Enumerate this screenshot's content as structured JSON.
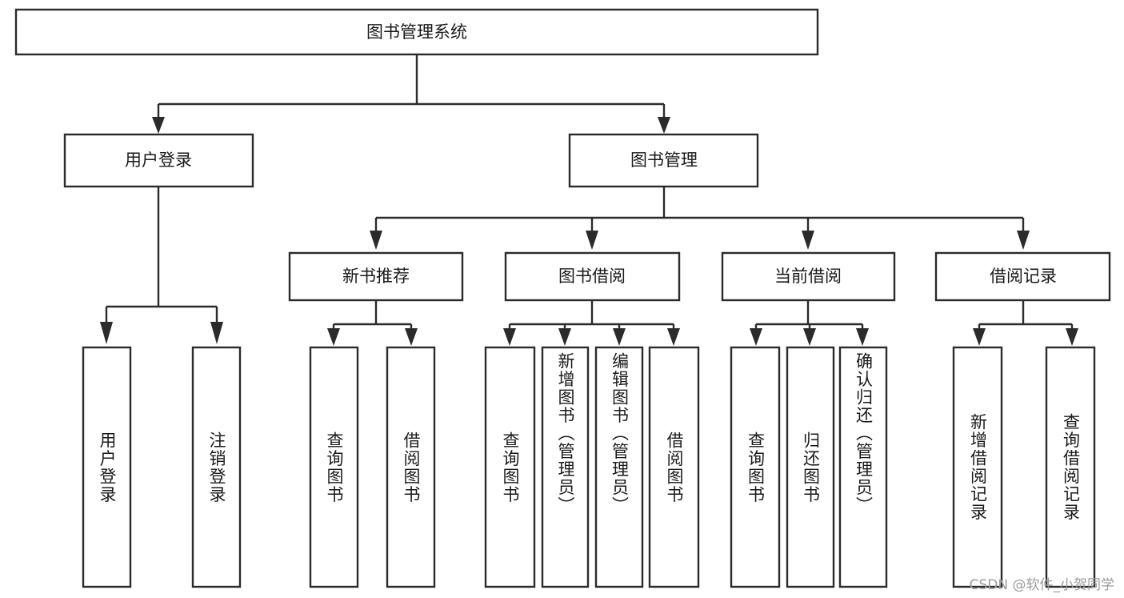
{
  "diagram": {
    "title": "图书管理系统",
    "type": "hierarchy-tree",
    "root": {
      "id": "root",
      "label": "图书管理系统"
    },
    "level2": [
      {
        "id": "user-login",
        "label": "用户登录"
      },
      {
        "id": "book-manage",
        "label": "图书管理"
      }
    ],
    "level3": [
      {
        "id": "new-book-rec",
        "label": "新书推荐",
        "parent": "book-manage"
      },
      {
        "id": "book-borrow",
        "label": "图书借阅",
        "parent": "book-manage"
      },
      {
        "id": "current-borrow",
        "label": "当前借阅",
        "parent": "book-manage"
      },
      {
        "id": "borrow-record",
        "label": "借阅记录",
        "parent": "book-manage"
      }
    ],
    "leaves": [
      {
        "id": "leaf-user-login",
        "label": "用户登录",
        "parent": "user-login"
      },
      {
        "id": "leaf-logout",
        "label": "注销登录",
        "parent": "user-login"
      },
      {
        "id": "leaf-query-book-1",
        "label": "查询图书",
        "parent": "new-book-rec"
      },
      {
        "id": "leaf-borrow-book-1",
        "label": "借阅图书",
        "parent": "new-book-rec"
      },
      {
        "id": "leaf-query-book-2",
        "label": "查询图书",
        "parent": "book-borrow"
      },
      {
        "id": "leaf-add-book",
        "label": "新增图书（管理员）",
        "parent": "book-borrow"
      },
      {
        "id": "leaf-edit-book",
        "label": "编辑图书（管理员）",
        "parent": "book-borrow"
      },
      {
        "id": "leaf-borrow-book-2",
        "label": "借阅图书",
        "parent": "book-borrow"
      },
      {
        "id": "leaf-query-book-3",
        "label": "查询图书",
        "parent": "current-borrow"
      },
      {
        "id": "leaf-return-book",
        "label": "归还图书",
        "parent": "current-borrow"
      },
      {
        "id": "leaf-confirm-return",
        "label": "确认归还（管理员）",
        "parent": "current-borrow"
      },
      {
        "id": "leaf-add-record",
        "label": "新增借阅记录",
        "parent": "borrow-record"
      },
      {
        "id": "leaf-query-record",
        "label": "查询借阅记录",
        "parent": "borrow-record"
      }
    ]
  },
  "watermark": {
    "text": "CSDN @软件_小贺同学"
  },
  "colors": {
    "stroke": "#2b2b2b",
    "fill": "#ffffff",
    "text": "#1a1a1a",
    "watermark": "#9b9b9b"
  }
}
